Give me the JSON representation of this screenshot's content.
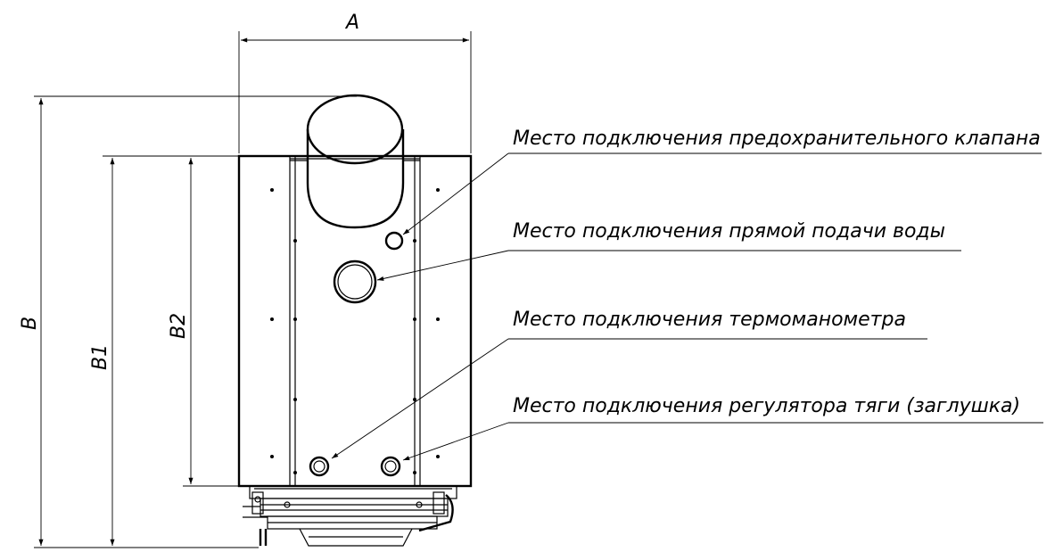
{
  "dimensions": {
    "width": "A",
    "height_total": "B",
    "height_1": "B1",
    "height_2": "B2"
  },
  "callouts": [
    "Место подключения предохранительного клапана",
    "Место подключения прямой подачи воды",
    "Место подключения термоманометра",
    "Место подключения регулятора тяги (заглушка)"
  ]
}
